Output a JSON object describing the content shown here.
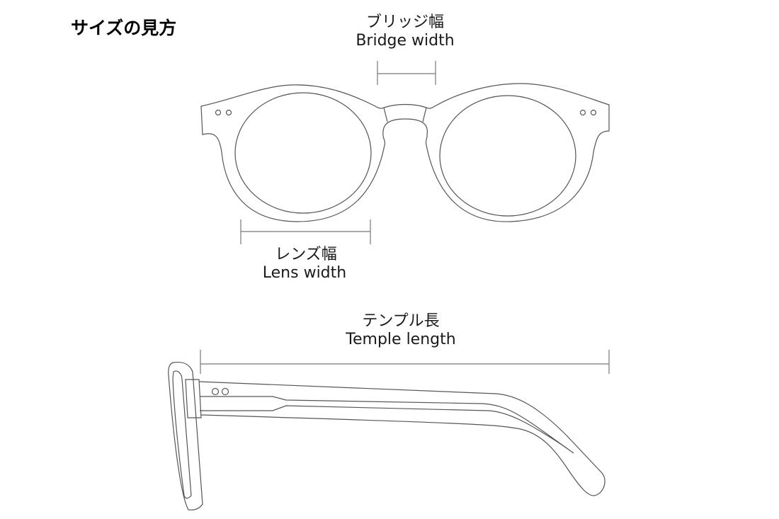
{
  "title": "サイズの見方",
  "labels": {
    "bridge_ja": "ブリッジ幅",
    "bridge_en": "Bridge width",
    "lens_ja": "レンズ幅",
    "lens_en": "Lens width",
    "temple_ja": "テンプル長",
    "temple_en": "Temple length"
  }
}
